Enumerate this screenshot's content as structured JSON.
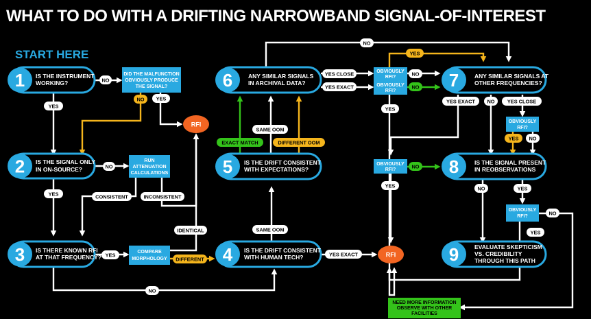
{
  "title": "WHAT TO DO WITH A DRIFTING NARROWBAND SIGNAL-OF-INTEREST",
  "start_label": "START HERE",
  "colors": {
    "background": "#000000",
    "blue": "#29a9e1",
    "yes_yellow": "#f5b51c",
    "green": "#34c31a",
    "rfi_orange": "#f26522"
  },
  "steps": [
    {
      "num": "1",
      "lines": [
        "IS THE INSTRUMENT",
        "WORKING?"
      ]
    },
    {
      "num": "2",
      "lines": [
        "IS THE SIGNAL ONLY",
        "IN ON-SOURCE?"
      ]
    },
    {
      "num": "3",
      "lines": [
        "IS THERE KNOWN RFI",
        "AT THAT FREQUENCY?"
      ]
    },
    {
      "num": "4",
      "lines": [
        "IS THE DRIFT CONSISTENT",
        "WITH HUMAN TECH?"
      ]
    },
    {
      "num": "5",
      "lines": [
        "IS THE DRIFT CONSISTENT",
        "WITH EXPECTATIONS?"
      ]
    },
    {
      "num": "6",
      "lines": [
        "ANY SIMILAR SIGNALS",
        "IN ARCHIVAL DATA?"
      ]
    },
    {
      "num": "7",
      "lines": [
        "ANY SIMILAR SIGNALS AT",
        "OTHER FREQUENCIES?"
      ]
    },
    {
      "num": "8",
      "lines": [
        "IS THE SIGNAL PRESENT",
        "IN REOBSERVATIONS"
      ]
    },
    {
      "num": "9",
      "lines": [
        "EVALUATE SKEPTICISM",
        "VS. CREDIBILITY",
        "THROUGH THIS PATH"
      ]
    }
  ],
  "boxes": {
    "malfunction": [
      "DID THE MALFUNCTION",
      "OBVIOUSLY PRODUCE",
      "THE SIGNAL?"
    ],
    "attenuation": [
      "RUN",
      "ATTENUATION",
      "CALCULATIONS"
    ],
    "morphology": [
      "COMPARE",
      "MORPHOLOGY"
    ],
    "obviously_rfi": [
      "OBVIOUSLY",
      "RFI?"
    ],
    "need_more": [
      "NEED MORE INFORMATION",
      "OBSERVE WITH OTHER",
      "FACILITIES"
    ]
  },
  "rfi_label": "RFI",
  "answers": {
    "yes": "YES",
    "no": "NO",
    "consistent": "CONSISTENT",
    "inconsistent": "INCONSISTENT",
    "identical": "IDENTICAL",
    "different": "DIFFERENT",
    "same_oom": "SAME OOM",
    "different_oom": "DIFFERENT OOM",
    "exact_match": "EXACT MATCH",
    "yes_exact": "YES EXACT",
    "yes_close": "YES CLOSE"
  }
}
